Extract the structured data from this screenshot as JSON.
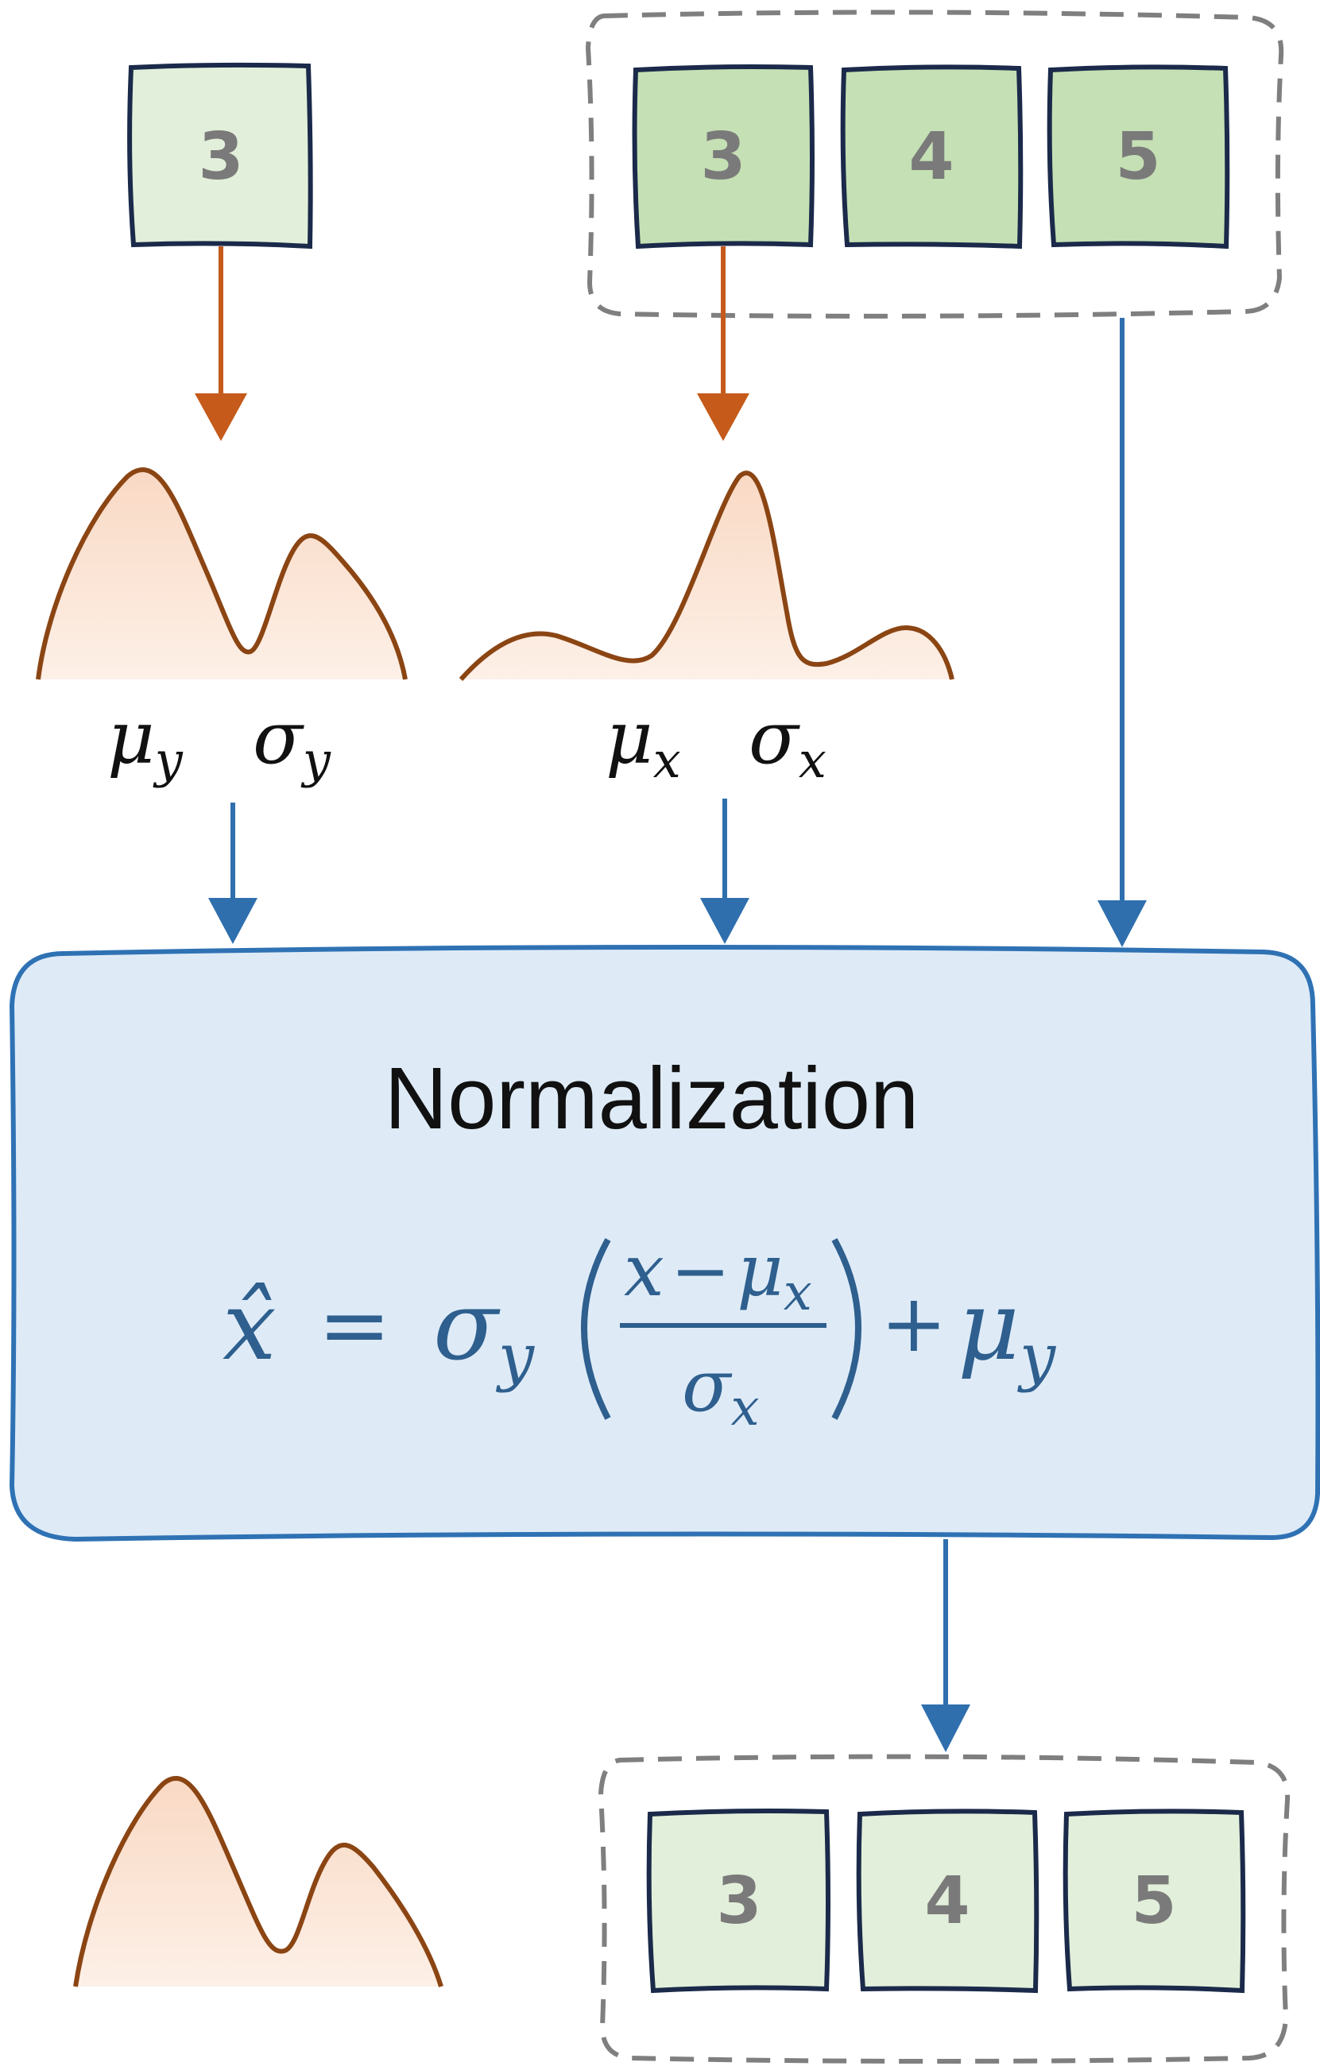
{
  "target_token": {
    "digit": "3"
  },
  "input_tokens": [
    {
      "digit": "3"
    },
    {
      "digit": "4"
    },
    {
      "digit": "5"
    }
  ],
  "output_tokens": [
    {
      "digit": "3"
    },
    {
      "digit": "4"
    },
    {
      "digit": "5"
    }
  ],
  "target_stats": {
    "mu": "μ",
    "mu_sub": "y",
    "sigma": "σ",
    "sigma_sub": "y"
  },
  "input_stats": {
    "mu": "μ",
    "mu_sub": "x",
    "sigma": "σ",
    "sigma_sub": "x"
  },
  "normalization_box": {
    "title": "Normalization",
    "lhs": "x̂",
    "equals": "=",
    "sigma": "σ",
    "sigma_sub": "y",
    "numerator_x": "x",
    "minus": "−",
    "numerator_mu": "μ",
    "numerator_mu_sub": "x",
    "denominator_sigma": "σ",
    "denominator_sub": "x",
    "plus": "+",
    "mu": "μ",
    "mu_sub": "y"
  },
  "colors": {
    "orange_arrow": "#c55a1a",
    "blue_arrow": "#2f6fae",
    "box_fill": "#deebf7",
    "box_stroke": "#2f72b4",
    "token_light": "#e2efda",
    "token_dark": "#c5e0b4",
    "token_stroke": "#1b2a4a",
    "dist_stroke": "#8b4513",
    "dist_fill": "#fbe5d6"
  }
}
